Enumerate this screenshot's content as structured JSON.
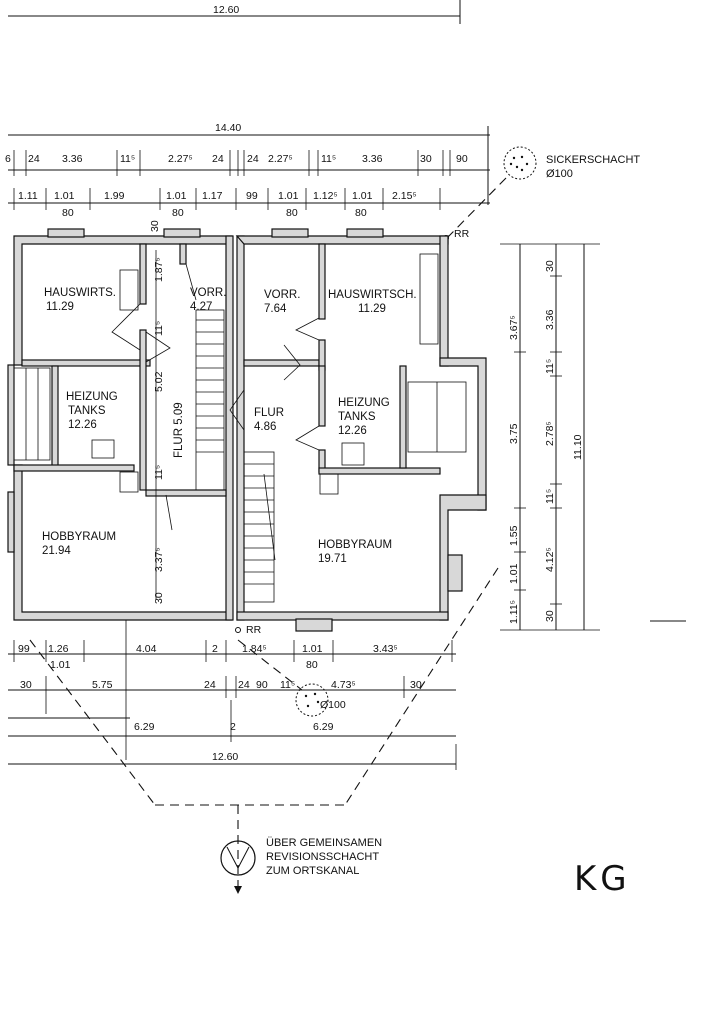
{
  "top_dims": {
    "overall_top": "12.60",
    "overall_second": "14.40",
    "row1": [
      "6",
      "24",
      "3.36",
      "11⁵",
      "2.27⁵",
      "24",
      "24",
      "2.27⁵",
      "11⁵",
      "3.36",
      "30",
      "90"
    ],
    "row2": [
      "1.11",
      "1.01",
      "1.99",
      "1.01",
      "1.17",
      "99",
      "1.01",
      "1.12⁵",
      "1.01",
      "2.15⁵"
    ],
    "row3": [
      "80",
      "80",
      "80",
      "80"
    ],
    "wall_30": "30"
  },
  "sickerschacht": {
    "line1": "SICKERSCHACHT",
    "line2": "Ø100"
  },
  "rr_top": "RR",
  "rr_bottom": "RR",
  "rooms": {
    "hauswirts_left": {
      "name": "HAUSWIRTS.",
      "area": "11.29"
    },
    "vorr_left": {
      "name": "VORR.",
      "area": "4.27"
    },
    "vorr_right": {
      "name": "VORR.",
      "area": "7.64"
    },
    "hauswirtsch_right": {
      "name": "HAUSWIRTSCH.",
      "area": "11.29"
    },
    "heizung_left": {
      "name": "HEIZUNG",
      "name2": "TANKS",
      "area": "12.26"
    },
    "flur_left": {
      "name": "FLUR 5.09"
    },
    "flur_mid": {
      "name": "FLUR",
      "area": "4.86"
    },
    "heizung_right": {
      "name": "HEIZUNG",
      "name2": "TANKS",
      "area": "12.26"
    },
    "hobby_left": {
      "name": "HOBBYRAUM",
      "area": "21.94"
    },
    "hobby_right": {
      "name": "HOBBYRAUM",
      "area": "19.71"
    }
  },
  "inner_dims": {
    "d1_87": "1.87⁵",
    "d11_a": "11⁵",
    "d5_02": "5.02",
    "d11_b": "11⁵",
    "d3_37": "3.37⁵",
    "d30": "30",
    "d30_top": "30"
  },
  "right_dims": {
    "outer": "11.10",
    "r1": [
      "30",
      "3.36",
      "11⁵",
      "2.78⁵",
      "11⁵",
      "4.12⁵",
      "30"
    ],
    "r2": [
      "3.67⁵",
      "3.75",
      "1.55",
      "1.01",
      "1.11⁵"
    ]
  },
  "bottom_dims": {
    "row1": [
      "99",
      "1.26",
      "4.04",
      "2",
      "1.84⁵",
      "1.01",
      "3.43⁵"
    ],
    "row1b": [
      "1.01",
      "80"
    ],
    "row2": [
      "30",
      "5.75",
      "24",
      "24",
      "90",
      "11⁵",
      "4.73⁵",
      "30"
    ],
    "d100": "Ø100",
    "row3": [
      "6.29",
      "2",
      "6.29"
    ],
    "overall": "12.60"
  },
  "revision": {
    "line1": "ÜBER GEMEINSAMEN",
    "line2": "REVISIONSSCHACHT",
    "line3": "ZUM ORTSKANAL"
  },
  "floor_label": "KG"
}
